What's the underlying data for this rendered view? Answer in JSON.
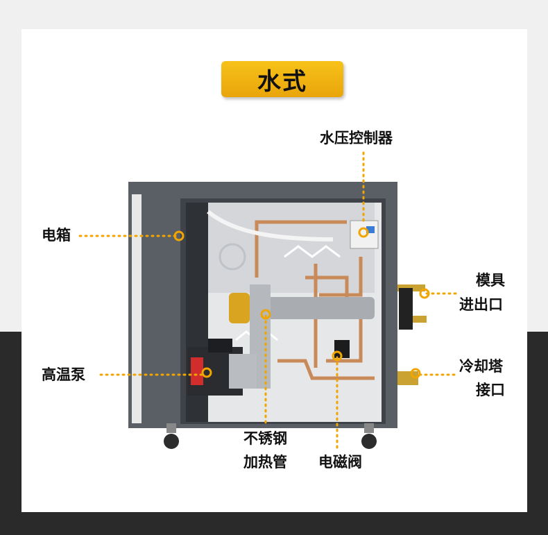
{
  "title": "水式",
  "labels": {
    "pressure_controller": "水压控制器",
    "electric_box": "电箱",
    "mold_ports_line1": "模具",
    "mold_ports_line2": "进出口",
    "pump": "高温泵",
    "cooling_tower_line1": "冷却塔",
    "cooling_tower_line2": "接口",
    "heater_line1": "不锈钢",
    "heater_line2": "加热管",
    "solenoid_valve": "电磁阀"
  },
  "colors": {
    "accent": "#f0a500",
    "frame": "#5a5f66",
    "title_bg": "#f5b810"
  }
}
